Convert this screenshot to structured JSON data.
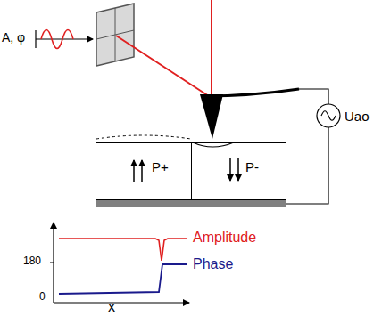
{
  "diagram": {
    "nodes": [
      {
        "text": [
          "P+"
        ]
      },
      {
        "text": [
          "P-"
        ]
      }
    ],
    "edges": [],
    "labels": [
      "A, φ",
      "Uao",
      "Amplitude",
      "180",
      "0",
      "Phase",
      "x"
    ]
  }
}
